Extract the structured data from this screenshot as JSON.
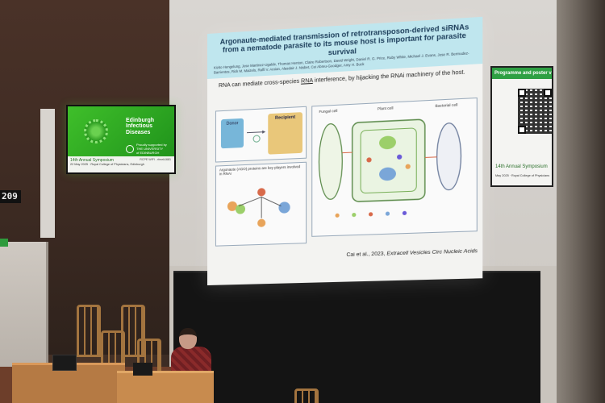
{
  "slide": {
    "title": "Argonaute-mediated transmission of retrotransposon-derived siRNAs from a nematode parasite to its mouse host is important for parasite survival",
    "authors": "Kizito Hengelung, Jose Martinez-Ugalde, Thomas Henton, Claire Robertson, David Wright, Daniel R. G. Price, Ruby White, Michael J. Evans, Jose R. Bermudez-Barrientos, Rick M. Maizels, Raffi V. Aroian, Alasdair J. Nisbet, Cei Abreu-Goodger, Amy H. Buck",
    "subtitle_prefix": "RNA can mediate cross-species ",
    "subtitle_underlined": "RNA",
    "subtitle_suffix": " interference, by hijacking the RNAi machinery of the host.",
    "donor_label": "Donor",
    "recipient_label": "Recipient",
    "panel_b_note": "Argonaute (AGO) proteins are key players involved in RNAi",
    "fungal_cell": "Fungal cell",
    "plant_cell": "Plant cell",
    "bacterial_cell": "Bacterial cell",
    "citation_prefix": "Cai et al., 2023, ",
    "citation_journal": "Extracell Vesicles Circ Nucleic Acids"
  },
  "left_screen": {
    "org_line1": "Edinburgh",
    "org_line2": "Infectious",
    "org_line3": "Diseases",
    "uni_line1": "Proudly supported by",
    "uni_line2": "THE UNIVERSITY",
    "uni_line3": "of EDINBURGH",
    "wifi": "RCPE WIFI - rfmek1681",
    "symposium": "14th Annual Symposium",
    "date_venue": "22 May 2025 · Royal College of Physicians, Edinburgh"
  },
  "right_screen": {
    "banner": "Programme and poster voting",
    "symposium": "14th Annual Symposium",
    "date_venue": "May 2025 · Royal College of Physicians"
  },
  "clock": "209",
  "colors": {
    "slide_header": "#bfe6ee",
    "screen_green": "#2ea043",
    "wall": "#d9d6d2"
  }
}
